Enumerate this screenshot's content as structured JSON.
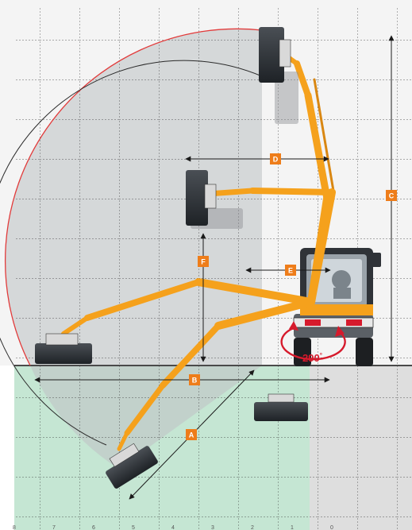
{
  "diagram": {
    "dimension_labels": {
      "a": "A",
      "b": "B",
      "c": "C",
      "d": "D",
      "e": "E",
      "f": "F"
    },
    "rotation": {
      "value": "290",
      "unit": "°"
    },
    "bottom_axis_ticks": [
      "8",
      "7",
      "6",
      "5",
      "4",
      "3",
      "2",
      "1",
      "0"
    ]
  },
  "colors": {
    "boom_orange": "#f5a11c",
    "tag_orange": "#ee7d1a",
    "reach_arc_red": "#e23b3b",
    "rotation_red": "#d61a2c",
    "below_ground_green": "#c5e6d3",
    "reach_zone_grey": "#cfd2d4",
    "mower_head": "#2e3237"
  },
  "icons": {
    "tractor": "tractor-icon",
    "mower_head": "flail-mower-head-icon",
    "rotation": "rotation-arrow-icon"
  }
}
